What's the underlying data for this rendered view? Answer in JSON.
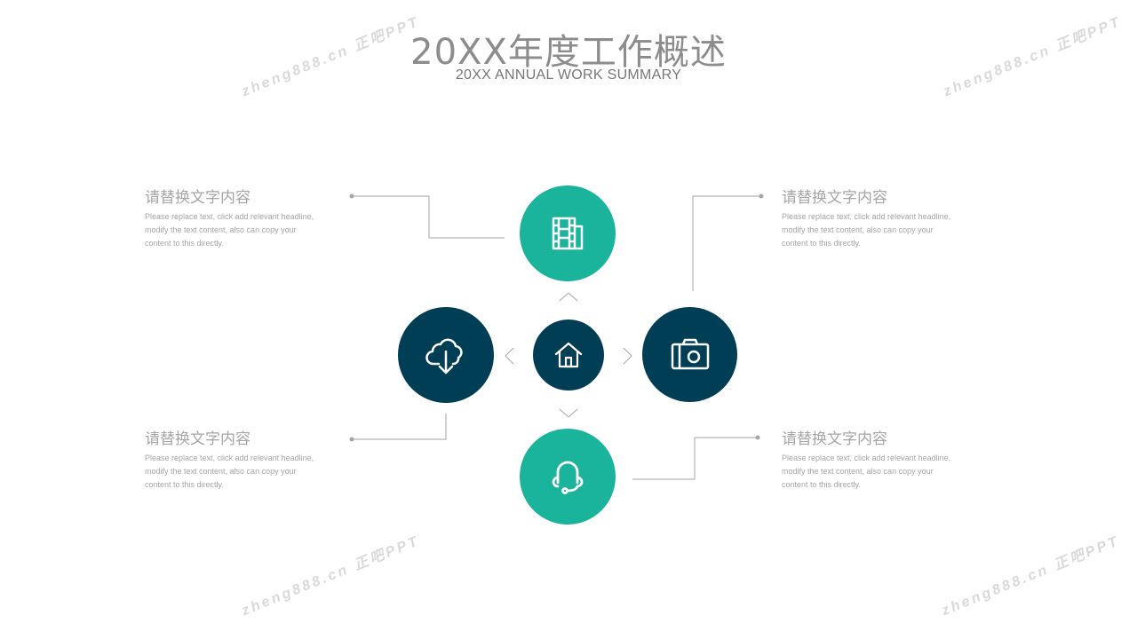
{
  "header": {
    "title": "20XX年度工作概述",
    "subtitle": "20XX ANNUAL WORK SUMMARY"
  },
  "blocks": [
    {
      "heading": "请替换文字内容",
      "body": "Please replace text, click add relevant headline, modify the text content, also can copy your content to this directly."
    },
    {
      "heading": "请替换文字内容",
      "body": "Please replace text, click add relevant headline, modify the text content, also can copy your content to this directly."
    },
    {
      "heading": "请替换文字内容",
      "body": "Please replace text, click add relevant headline, modify the text content, also can copy your content to this directly."
    },
    {
      "heading": "请替换文字内容",
      "body": "Please replace text, click add relevant headline, modify the text content, also can copy your content to this directly."
    }
  ],
  "icons": {
    "top": "film-icon",
    "left": "cloud-download-icon",
    "center": "home-icon",
    "right": "camera-icon",
    "bottom": "headset-icon"
  },
  "colors": {
    "teal": "#1ab39b",
    "navy": "#003e56",
    "text_gray": "#a6a6a6",
    "line_gray": "#a6a6a6"
  },
  "watermark": "zheng888.cn 正吧PPT"
}
